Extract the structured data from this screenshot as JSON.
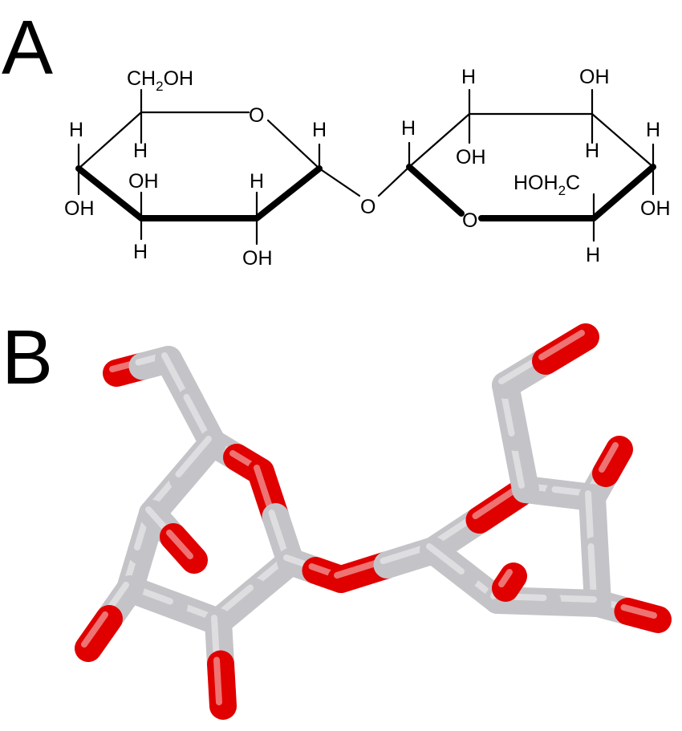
{
  "figure": {
    "panel_a": {
      "label": "A",
      "atoms": {
        "ch2oh_top": "CH",
        "ch2oh_top_sub": "2",
        "ch2oh_top_tail": "OH",
        "ring1_o": "O",
        "left_h_top": "H",
        "left_oh": "OH",
        "c4_h_down": "H",
        "c3_oh": "OH",
        "c3_h": "H",
        "c2_h": "H",
        "c2_oh": "OH",
        "c1_h": "H",
        "bridge_o": "O",
        "c1p_h": "H",
        "c2p_h": "H",
        "c2p_oh": "OH",
        "c3p_oh": "OH",
        "c3p_h": "H",
        "hoh2c": "HOH",
        "hoh2c_sub": "2",
        "hoh2c_tail": "C",
        "c4p_h": "H",
        "c4p_oh": "OH",
        "ring2_o": "O",
        "c5p_h": "H"
      }
    },
    "panel_b": {
      "label": "B",
      "colors": {
        "carbon": "#c4c4c8",
        "oxygen": "#e00000"
      }
    }
  }
}
